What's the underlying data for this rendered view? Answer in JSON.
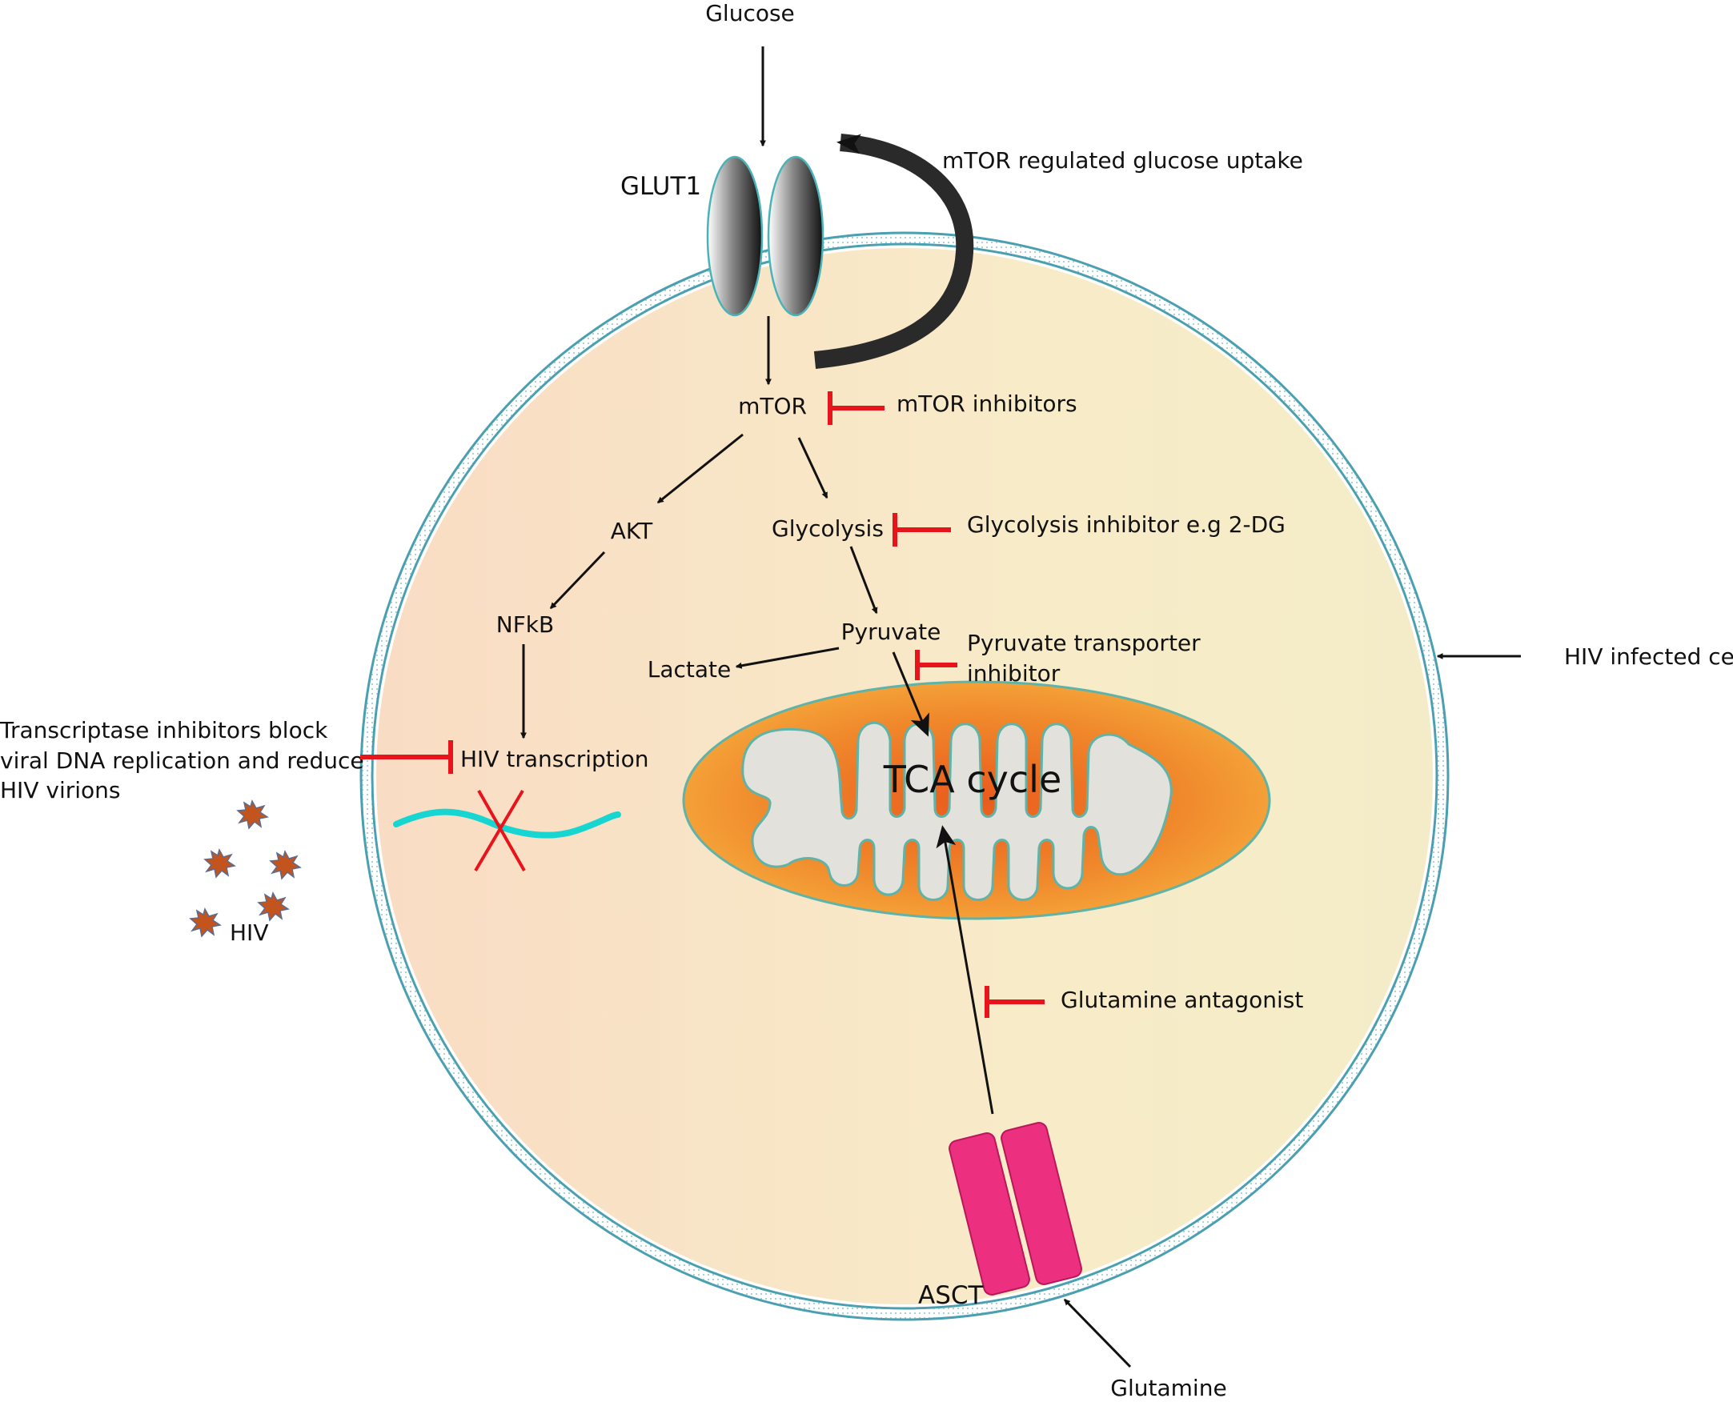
{
  "labels": {
    "glucose": "Glucose",
    "glut1": "GLUT1",
    "mtor_uptake": "mTOR regulated glucose uptake",
    "mtor": "mTOR",
    "mtor_inhibitors": "mTOR inhibitors",
    "akt": "AKT",
    "glycolysis": "Glycolysis",
    "glycolysis_inhibitor": "Glycolysis inhibitor e.g 2-DG",
    "nfkb": "NFkB",
    "pyruvate": "Pyruvate",
    "lactate": "Lactate",
    "pyruvate_transporter_inhibitor": [
      "Pyruvate transporter",
      "inhibitor"
    ],
    "hiv_infected_cell": "HIV infected cell",
    "transcriptase_inhibitors": [
      "Transcriptase inhibitors block",
      "viral DNA replication and reduce",
      "HIV virions"
    ],
    "hiv_transcription": "HIV transcription",
    "tca_cycle": "TCA cycle",
    "hiv": "HIV",
    "glutamine_antagonist": "Glutamine antagonist",
    "asct": "ASCT",
    "glutamine": "Glutamine"
  },
  "colors": {
    "cell_fill_left": "#f9dfc6",
    "cell_fill_right": "#f8f0cc",
    "membrane": "#4a9fb0",
    "inhibitor": "#e8141c",
    "arrow": "#111111",
    "mito_outer": "#f6a43a",
    "mito_inner": "#e06020",
    "mito_cristae": "#e2e0da",
    "rna": "#17d6d2",
    "asct": "#ec2f7e",
    "hiv_virion": "#c4541e"
  },
  "icons": {
    "glut1": "glut1-transporter-icon",
    "asct": "asct-transporter-icon",
    "mitochondrion": "mitochondrion-icon",
    "viral_rna": "viral-rna-icon",
    "virion": "hiv-virion-icon"
  }
}
